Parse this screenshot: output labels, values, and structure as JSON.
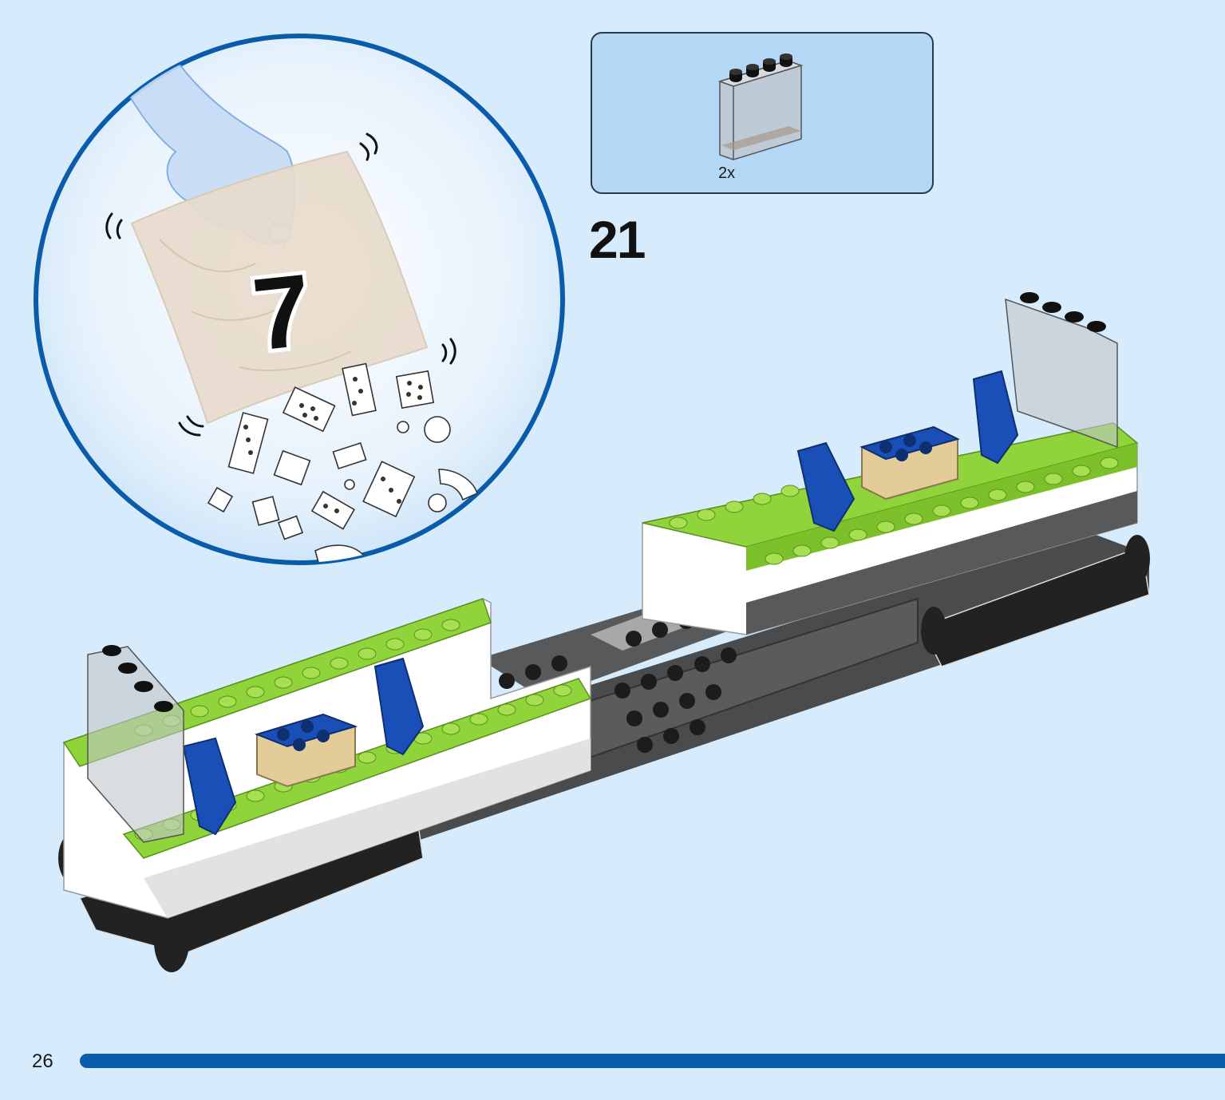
{
  "bag": {
    "number": "7"
  },
  "parts_list": {
    "items": [
      {
        "part": "transparent-panel-1x4x3",
        "quantity": "2x"
      }
    ]
  },
  "step": {
    "number": "21"
  },
  "footer": {
    "page_number": "26",
    "progress": 0.93
  },
  "colors": {
    "background": "#d6ecfc",
    "accent_blue": "#0a5cab",
    "callout_fill": "#b3d7f5",
    "lime_green": "#8fd43a",
    "seat_blue": "#1a4fb8",
    "dark_grey": "#58595b",
    "tan": "#e4cc99"
  },
  "icons": [
    "hand-icon",
    "polybag-icon",
    "loose-bricks-icon",
    "transparent-panel-icon"
  ]
}
